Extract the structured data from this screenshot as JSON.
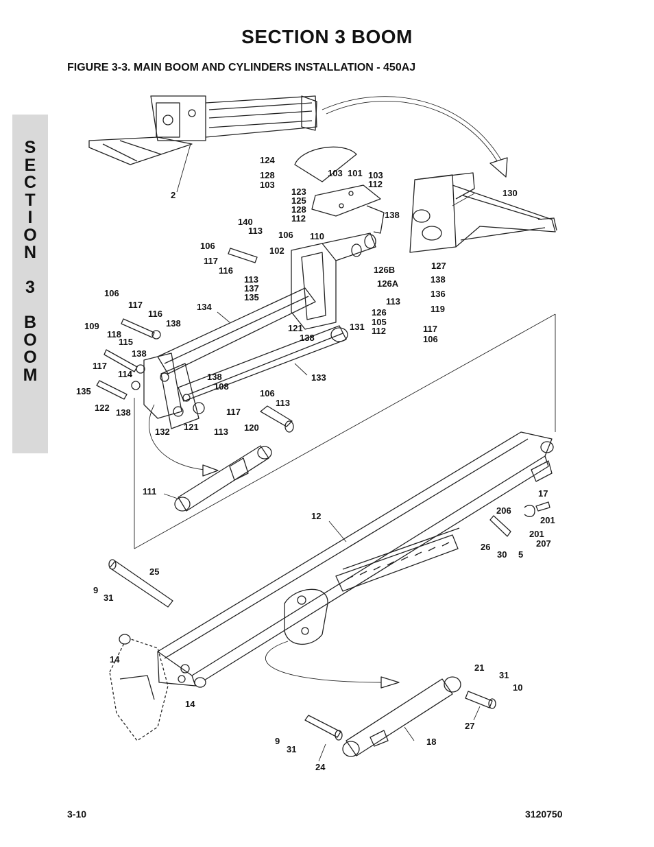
{
  "header": {
    "section_title": "SECTION 3   BOOM",
    "figure_title": "FIGURE 3-3.    MAIN BOOM AND CYLINDERS INSTALLATION - 450AJ"
  },
  "side_tab": {
    "letters": [
      "S",
      "E",
      "C",
      "T",
      "I",
      "O",
      "N",
      "",
      "3",
      "",
      "B",
      "O",
      "O",
      "M"
    ]
  },
  "callouts": [
    "2",
    "124",
    "128",
    "103",
    "103",
    "101",
    "103",
    "112",
    "123",
    "125",
    "128",
    "112",
    "130",
    "138",
    "140",
    "113",
    "106",
    "110",
    "106",
    "102",
    "117",
    "116",
    "127",
    "126B",
    "138",
    "126A",
    "136",
    "113",
    "137",
    "135",
    "113",
    "119",
    "106",
    "117",
    "116",
    "134",
    "126",
    "105",
    "112",
    "117",
    "106",
    "109",
    "118",
    "138",
    "115",
    "121",
    "138",
    "131",
    "138",
    "133",
    "114",
    "117",
    "138",
    "108",
    "135",
    "106",
    "113",
    "122",
    "138",
    "117",
    "120",
    "132",
    "121",
    "113",
    "111",
    "12",
    "17",
    "206",
    "201",
    "201",
    "207",
    "26",
    "30",
    "5",
    "25",
    "9",
    "31",
    "14",
    "14",
    "21",
    "31",
    "10",
    "27",
    "9",
    "31",
    "18",
    "24"
  ],
  "footer": {
    "page": "3-10",
    "doc_number": "3120750"
  }
}
